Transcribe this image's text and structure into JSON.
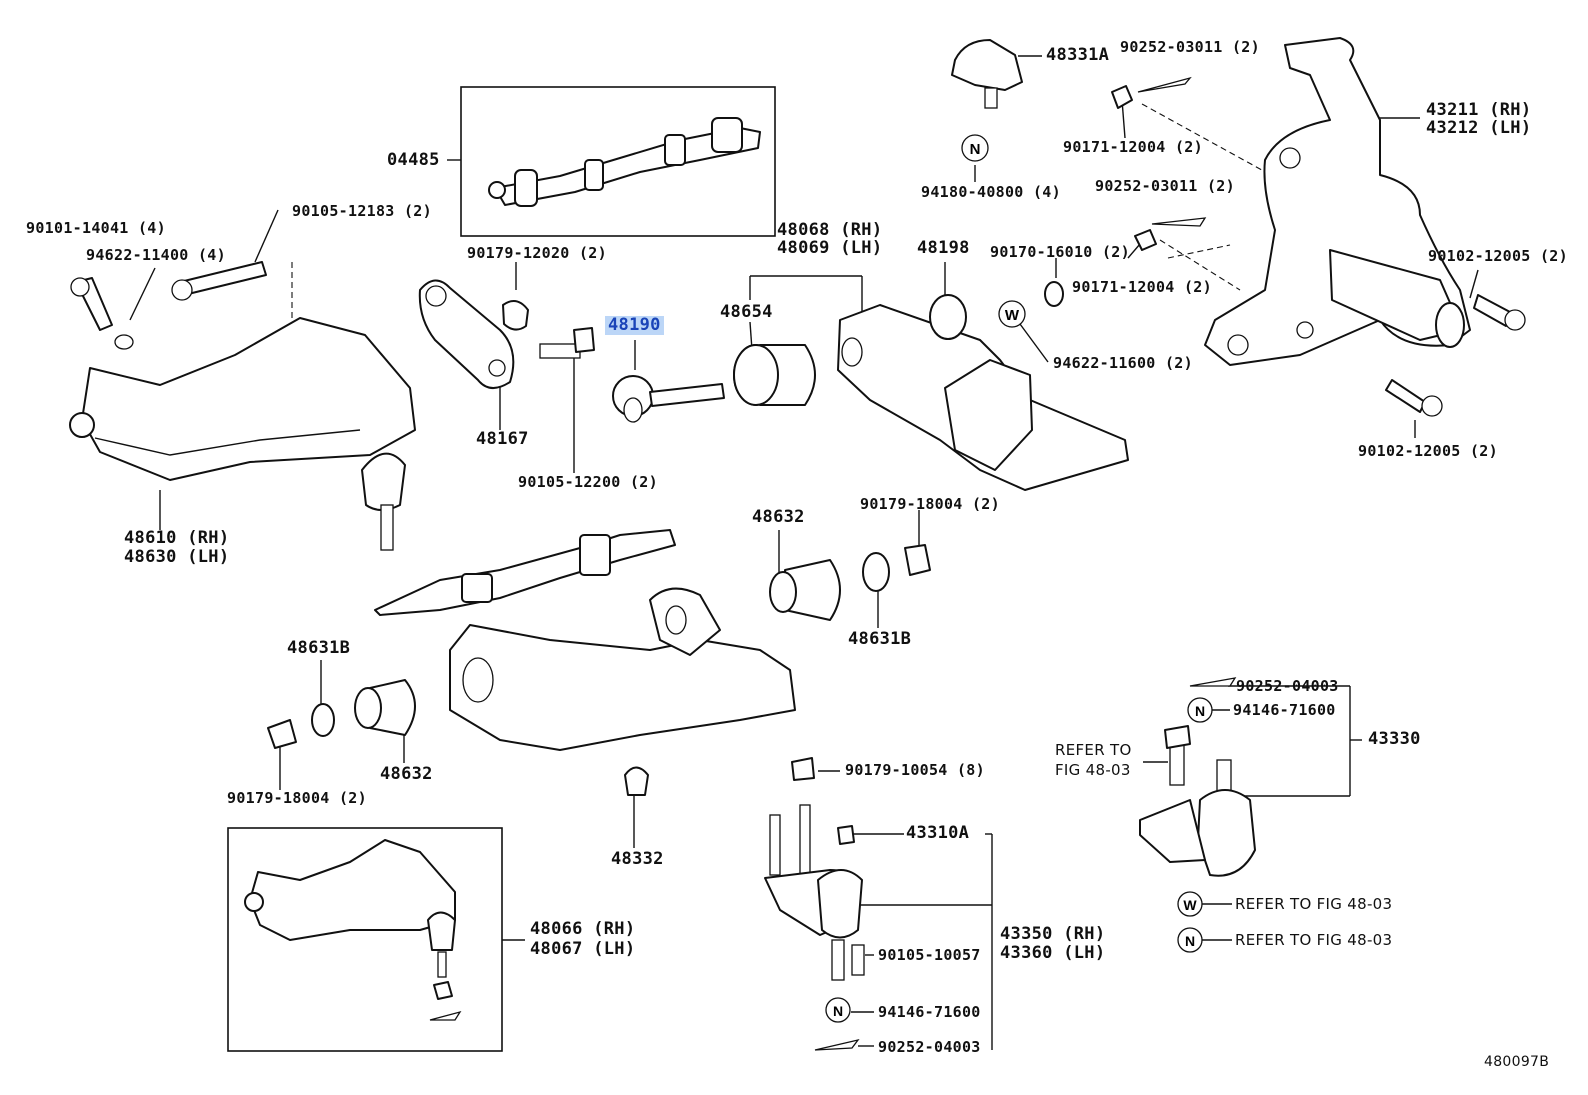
{
  "labels": {
    "l04485": "04485",
    "l90101": "90101-14041 (4)",
    "l94622a": "94622-11400 (4)",
    "l90105a": "90105-12183 (2)",
    "l90179a": "90179-12020 (2)",
    "l48190": "48190",
    "l48068": "48068 (RH)",
    "l48069": "48069 (LH)",
    "l48654": "48654",
    "l48198": "48198",
    "l48167": "48167",
    "l90105b": "90105-12200 (2)",
    "l48610": "48610 (RH)",
    "l48630": "48630 (LH)",
    "l48331": "48331A",
    "l90252a": "90252-03011 (2)",
    "l90171a": "90171-12004 (2)",
    "l94180": "94180-40800 (4)",
    "l90252b": "90252-03011 (2)",
    "l90170": "90170-16010 (2)",
    "l90171b": "90171-12004 (2)",
    "l94622b": "94622-11600 (2)",
    "l43211": "43211 (RH)",
    "l43212": "43212 (LH)",
    "l90102a": "90102-12005 (2)",
    "l90102b": "90102-12005 (2)",
    "l48632a": "48632",
    "l90179b": "90179-18004 (2)",
    "l48631a": "48631B",
    "l48631b": "48631B",
    "l48632b": "48632",
    "l90179c": "90179-18004 (2)",
    "l48332": "48332",
    "l90179d": "90179-10054 (8)",
    "l43310": "43310A",
    "l43350": "43350 (RH)",
    "l43360": "43360 (LH)",
    "l90105c": "90105-10057",
    "l94146b": "94146-71600",
    "l90252d": "90252-04003",
    "l48066": "48066 (RH)",
    "l48067": "48067 (LH)",
    "l90252c": "90252-04003",
    "l94146a": "94146-71600",
    "l43330": "43330",
    "lref1a": "REFER TO",
    "lref1b": "FIG 48-03",
    "lrefw": "REFER TO FIG 48-03",
    "lrefn": "REFER TO FIG 48-03",
    "lfig": "480097B"
  },
  "symbols": {
    "n": "N",
    "w": "W"
  },
  "highlight_color": "#bcd6f7"
}
